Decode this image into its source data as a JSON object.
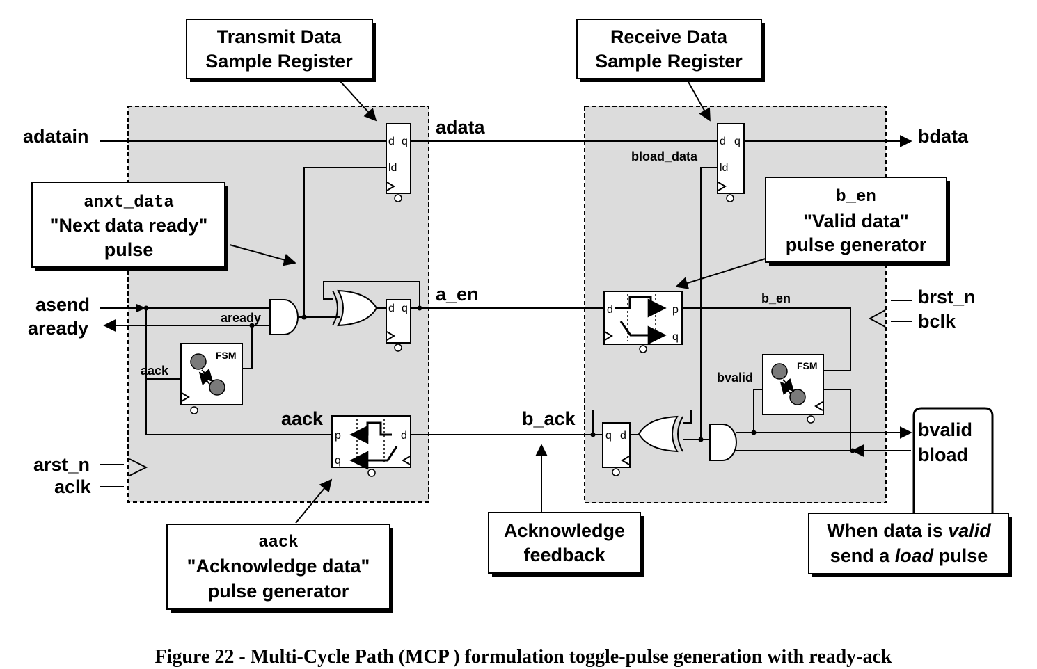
{
  "callouts": {
    "tx_register": [
      "Transmit Data",
      "Sample Register"
    ],
    "rx_register": [
      "Receive Data",
      "Sample Register"
    ],
    "anxt": {
      "mono": "anxt_data",
      "line1": "\"Next data ready\"",
      "line2": "pulse"
    },
    "b_en": {
      "mono": "b_en",
      "line1": "\"Valid data\"",
      "line2": "pulse generator"
    },
    "aack": {
      "mono": "aack",
      "line1": "\"Acknowledge data\"",
      "line2": "pulse generator"
    },
    "ack_feedback": [
      "Acknowledge",
      "feedback"
    ],
    "when_valid": {
      "l1a": "When data is ",
      "l1b": "valid",
      "l2a": "send a ",
      "l2b": "load",
      "l2c": " pulse"
    }
  },
  "ports": {
    "adatain": "adatain",
    "asend": "asend",
    "aready": "aready",
    "arst_n": "arst_n",
    "aclk": "aclk",
    "bdata": "bdata",
    "brst_n": "brst_n",
    "bclk": "bclk",
    "bvalid": "bvalid",
    "bload": "bload"
  },
  "signals": {
    "adata": "adata",
    "a_en": "a_en",
    "aack": "aack",
    "b_ack": "b_ack",
    "aready_int": "aready",
    "aack_int": "aack",
    "bload_data": "bload_data",
    "b_en_int": "b_en",
    "bvalid_int": "bvalid"
  },
  "pins": {
    "d": "d",
    "q": "q",
    "ld": "ld",
    "p": "p",
    "fsm": "FSM"
  },
  "caption": "Figure 22 - Multi-Cycle Path (MCP ) formulation toggle-pulse generation with ready-ack"
}
